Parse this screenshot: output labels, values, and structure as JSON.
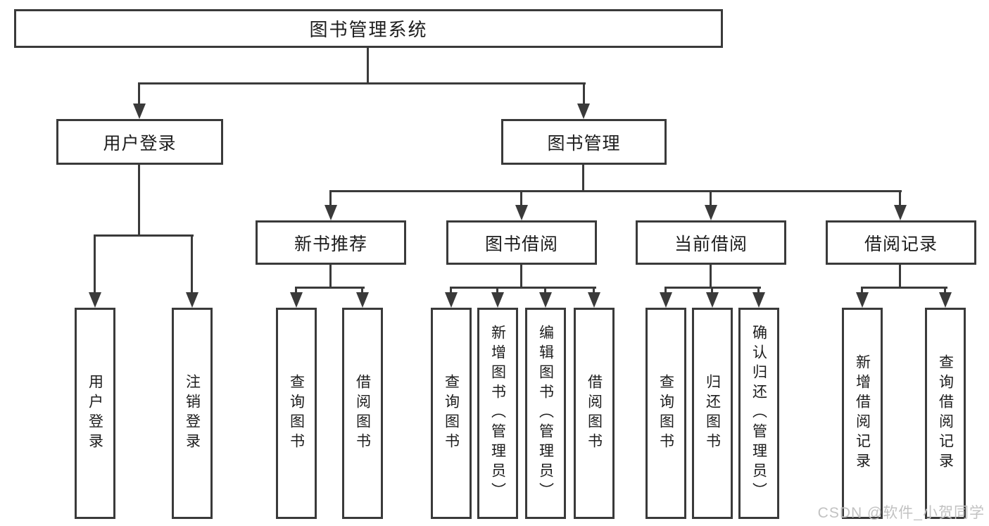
{
  "tree": {
    "root": {
      "label": "图书管理系统"
    },
    "branches": [
      {
        "label": "用户登录",
        "children": [
          {
            "label": "用户登录"
          },
          {
            "label": "注销登录"
          }
        ]
      },
      {
        "label": "图书管理",
        "children": [
          {
            "label": "新书推荐",
            "children": [
              {
                "label": "查询图书"
              },
              {
                "label": "借阅图书"
              }
            ]
          },
          {
            "label": "图书借阅",
            "children": [
              {
                "label": "查询图书"
              },
              {
                "label": "新增图书（管理员）"
              },
              {
                "label": "编辑图书（管理员）"
              },
              {
                "label": "借阅图书"
              }
            ]
          },
          {
            "label": "当前借阅",
            "children": [
              {
                "label": "查询图书"
              },
              {
                "label": "归还图书"
              },
              {
                "label": "确认归还（管理员）"
              }
            ]
          },
          {
            "label": "借阅记录",
            "children": [
              {
                "label": "新增借阅记录"
              },
              {
                "label": "查询借阅记录"
              }
            ]
          }
        ]
      }
    ]
  },
  "watermark": {
    "text": "CSDN @软件_小贺同学"
  },
  "colors": {
    "line": "#3a3a3a",
    "text": "#1d1d1d",
    "background": "#ffffff",
    "watermark": "#c2c2c2"
  }
}
